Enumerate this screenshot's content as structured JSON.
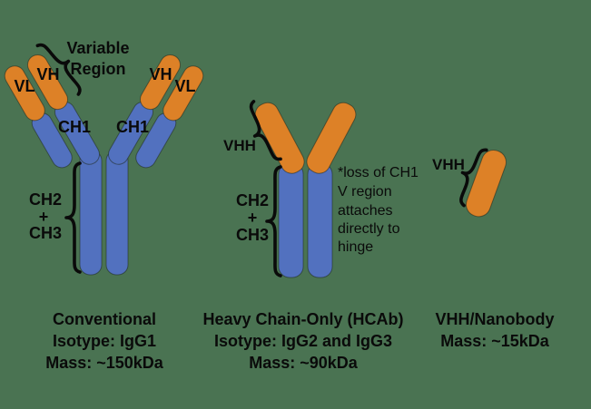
{
  "colors": {
    "background": "#4a7352",
    "orange": "#dd8127",
    "blue": "#5271bf",
    "ink": "#0a0a0a"
  },
  "conventional": {
    "variable_region": {
      "line1": "Variable",
      "line2": "Region"
    },
    "domains": {
      "vl_left": "VL",
      "vh_left": "VH",
      "vh_right": "VH",
      "vl_right": "VL",
      "ch1_left": "CH1",
      "ch1_right": "CH1"
    },
    "fc": {
      "ch2": "CH2",
      "plus": "+",
      "ch3": "CH3"
    },
    "caption": {
      "line1": "Conventional",
      "line2": "Isotype: IgG1",
      "line3": "Mass: ~150kDa"
    }
  },
  "hcab": {
    "vhh_label": "VHH",
    "fc": {
      "ch2": "CH2",
      "plus": "+",
      "ch3": "CH3"
    },
    "note": {
      "line1": "*loss of CH1",
      "line2": "V region",
      "line3": "attaches",
      "line4": "directly to",
      "line5": "hinge"
    },
    "caption": {
      "line1": "Heavy Chain-Only (HCAb)",
      "line2": "Isotype: IgG2 and IgG3",
      "line3": "Mass: ~90kDa"
    }
  },
  "nanobody": {
    "vhh_label": "VHH",
    "caption": {
      "line1": "VHH/Nanobody",
      "line2": "Mass: ~15kDa"
    }
  }
}
